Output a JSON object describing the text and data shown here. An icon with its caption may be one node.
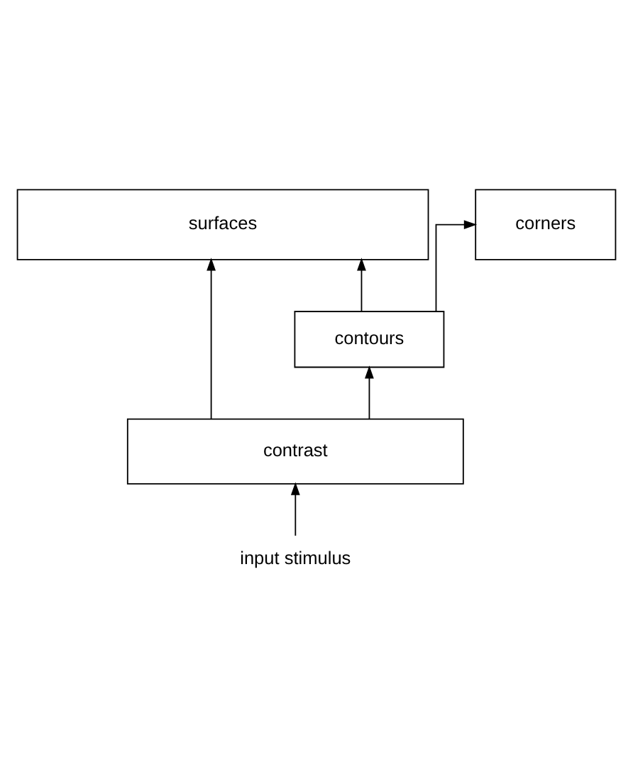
{
  "diagram": {
    "nodes": [
      {
        "text": [
          "surfaces"
        ]
      },
      {
        "text": [
          "corners"
        ]
      },
      {
        "text": [
          "contours"
        ]
      },
      {
        "text": [
          "contrast"
        ]
      },
      {
        "text": [
          "input stimulus"
        ]
      }
    ],
    "edges": [
      {
        "from": 4,
        "to": 3,
        "arrow": "to"
      },
      {
        "from": 3,
        "to": 2,
        "arrow": "to"
      },
      {
        "from": 3,
        "to": 0,
        "arrow": "to"
      },
      {
        "from": 2,
        "to": 0,
        "arrow": "to"
      },
      {
        "from": 2,
        "to": 1,
        "arrow": "to"
      }
    ]
  }
}
